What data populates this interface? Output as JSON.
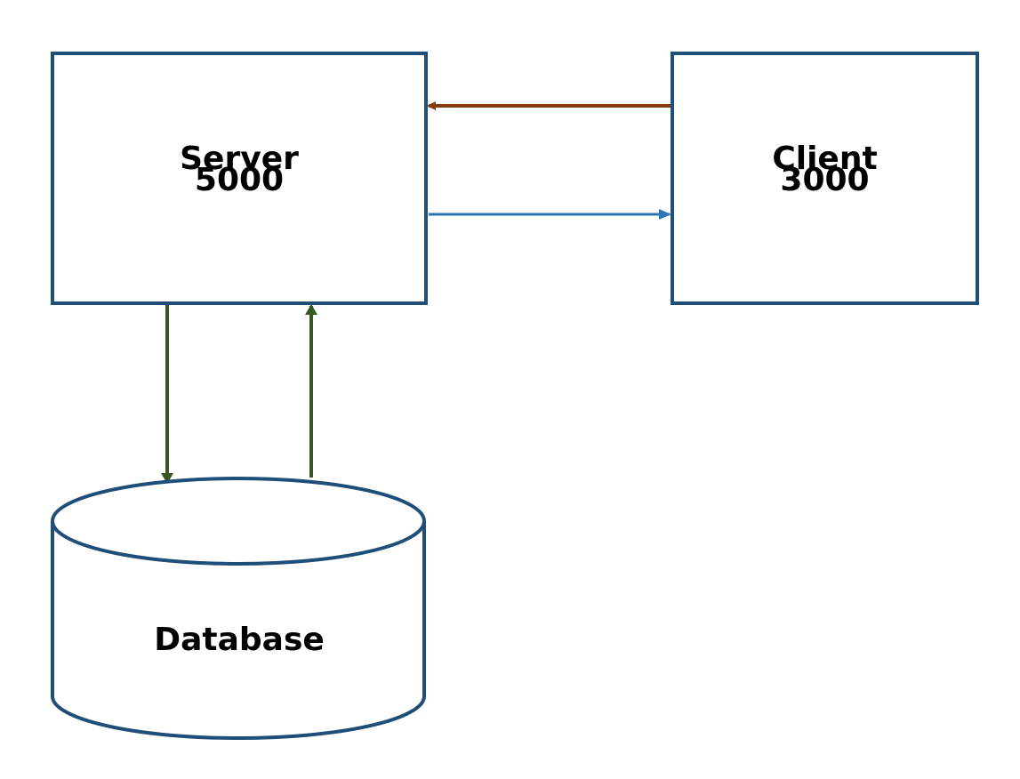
{
  "server": {
    "name": "Server",
    "port": "5000"
  },
  "client": {
    "name": "Client",
    "port": "3000"
  },
  "database": {
    "name": "Database"
  },
  "colors": {
    "border": "#1f4e79",
    "client_to_server_arrow": "#843c0c",
    "server_to_client_arrow": "#2e75b6",
    "server_database_arrows": "#375623"
  }
}
